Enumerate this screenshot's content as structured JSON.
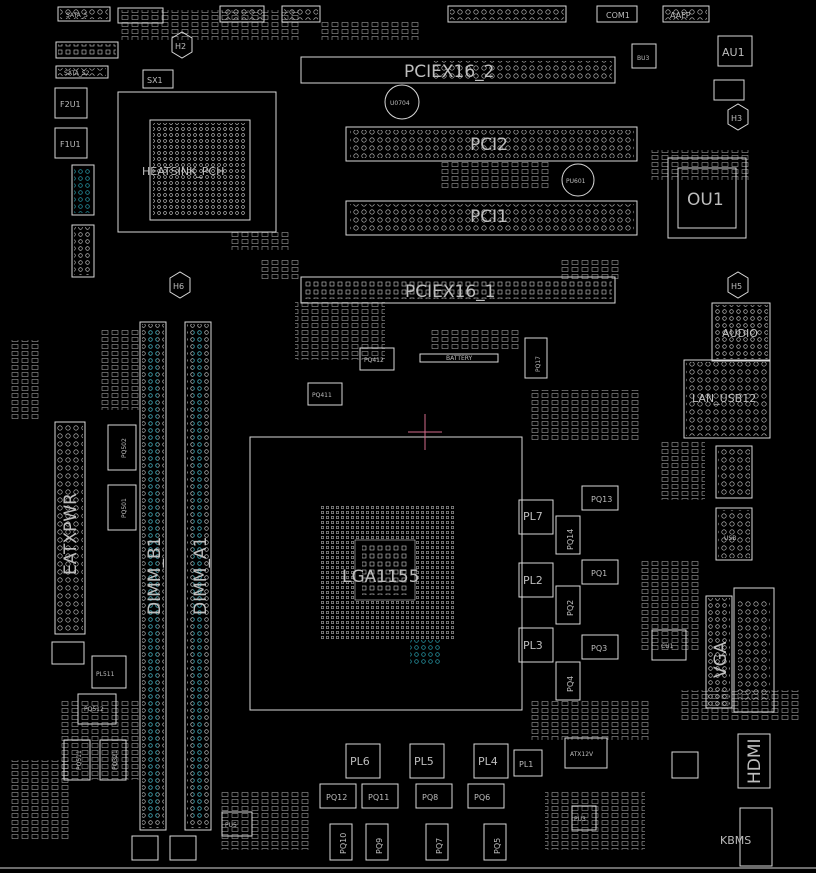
{
  "board": {
    "labels": {
      "pciex16_2": "PCIEX16_2",
      "pci2": "PCI2",
      "pci1": "PCI1",
      "pciex16_1": "PCIEX16_1",
      "heatsink_pch": "HEATSINK_PCH",
      "lga1155": "LGA1155",
      "dimm_b1": "DIMM_B1",
      "dimm_a1": "DIMM_A1",
      "eatxpwr": "EATXPWR",
      "audio": "AUDIO",
      "lan_usb12": "LAN_USB12",
      "vga": "VGA",
      "hdmi": "HDMI",
      "kbms": "KBMS",
      "au1": "AU1",
      "ou1": "OU1",
      "bu3": "BU3",
      "sx1": "SX1",
      "h2": "H2",
      "h3": "H3",
      "h5": "H5",
      "h6": "H6",
      "f1u1": "F1U1",
      "f2u1": "F2U1",
      "u0704": "U0704",
      "pu601": "PU601",
      "pq412": "PQ412",
      "pq411": "PQ411",
      "battery": "BATTERY",
      "pl511": "PL511",
      "pq512": "PQ512",
      "pl7": "PL7",
      "pl2": "PL2",
      "pl3": "PL3",
      "pq13": "PQ13",
      "pq14": "PQ14",
      "pq1": "PQ1",
      "pq2": "PQ2",
      "pq3": "PQ3",
      "pq4": "PQ4",
      "pl6": "PL6",
      "pl5": "PL5",
      "pl4": "PL4",
      "pl1": "PL1",
      "pq12": "PQ12",
      "pq11": "PQ11",
      "pq8": "PQ8",
      "pq6": "PQ6",
      "pq10": "PQ10",
      "pq9": "PQ9",
      "pq7": "PQ7",
      "pq5": "PQ5",
      "pq17": "PQ17",
      "atx12v": "ATX12V",
      "pu3": "PU3",
      "pu5": "PU5",
      "cu1": "CU1",
      "pq511": "PQ511",
      "pq321": "PQ321",
      "pq502": "PQ502",
      "pq501": "PQ501",
      "aafp": "AAFP",
      "com1": "COM1",
      "sata": "SATA_S",
      "sata2": "SATA_S2",
      "usb": "USB"
    },
    "colors": {
      "background": "#000000",
      "line": "#d8d8d8",
      "via": "#2aa8b8",
      "crosshair": "#d26a8a"
    }
  }
}
